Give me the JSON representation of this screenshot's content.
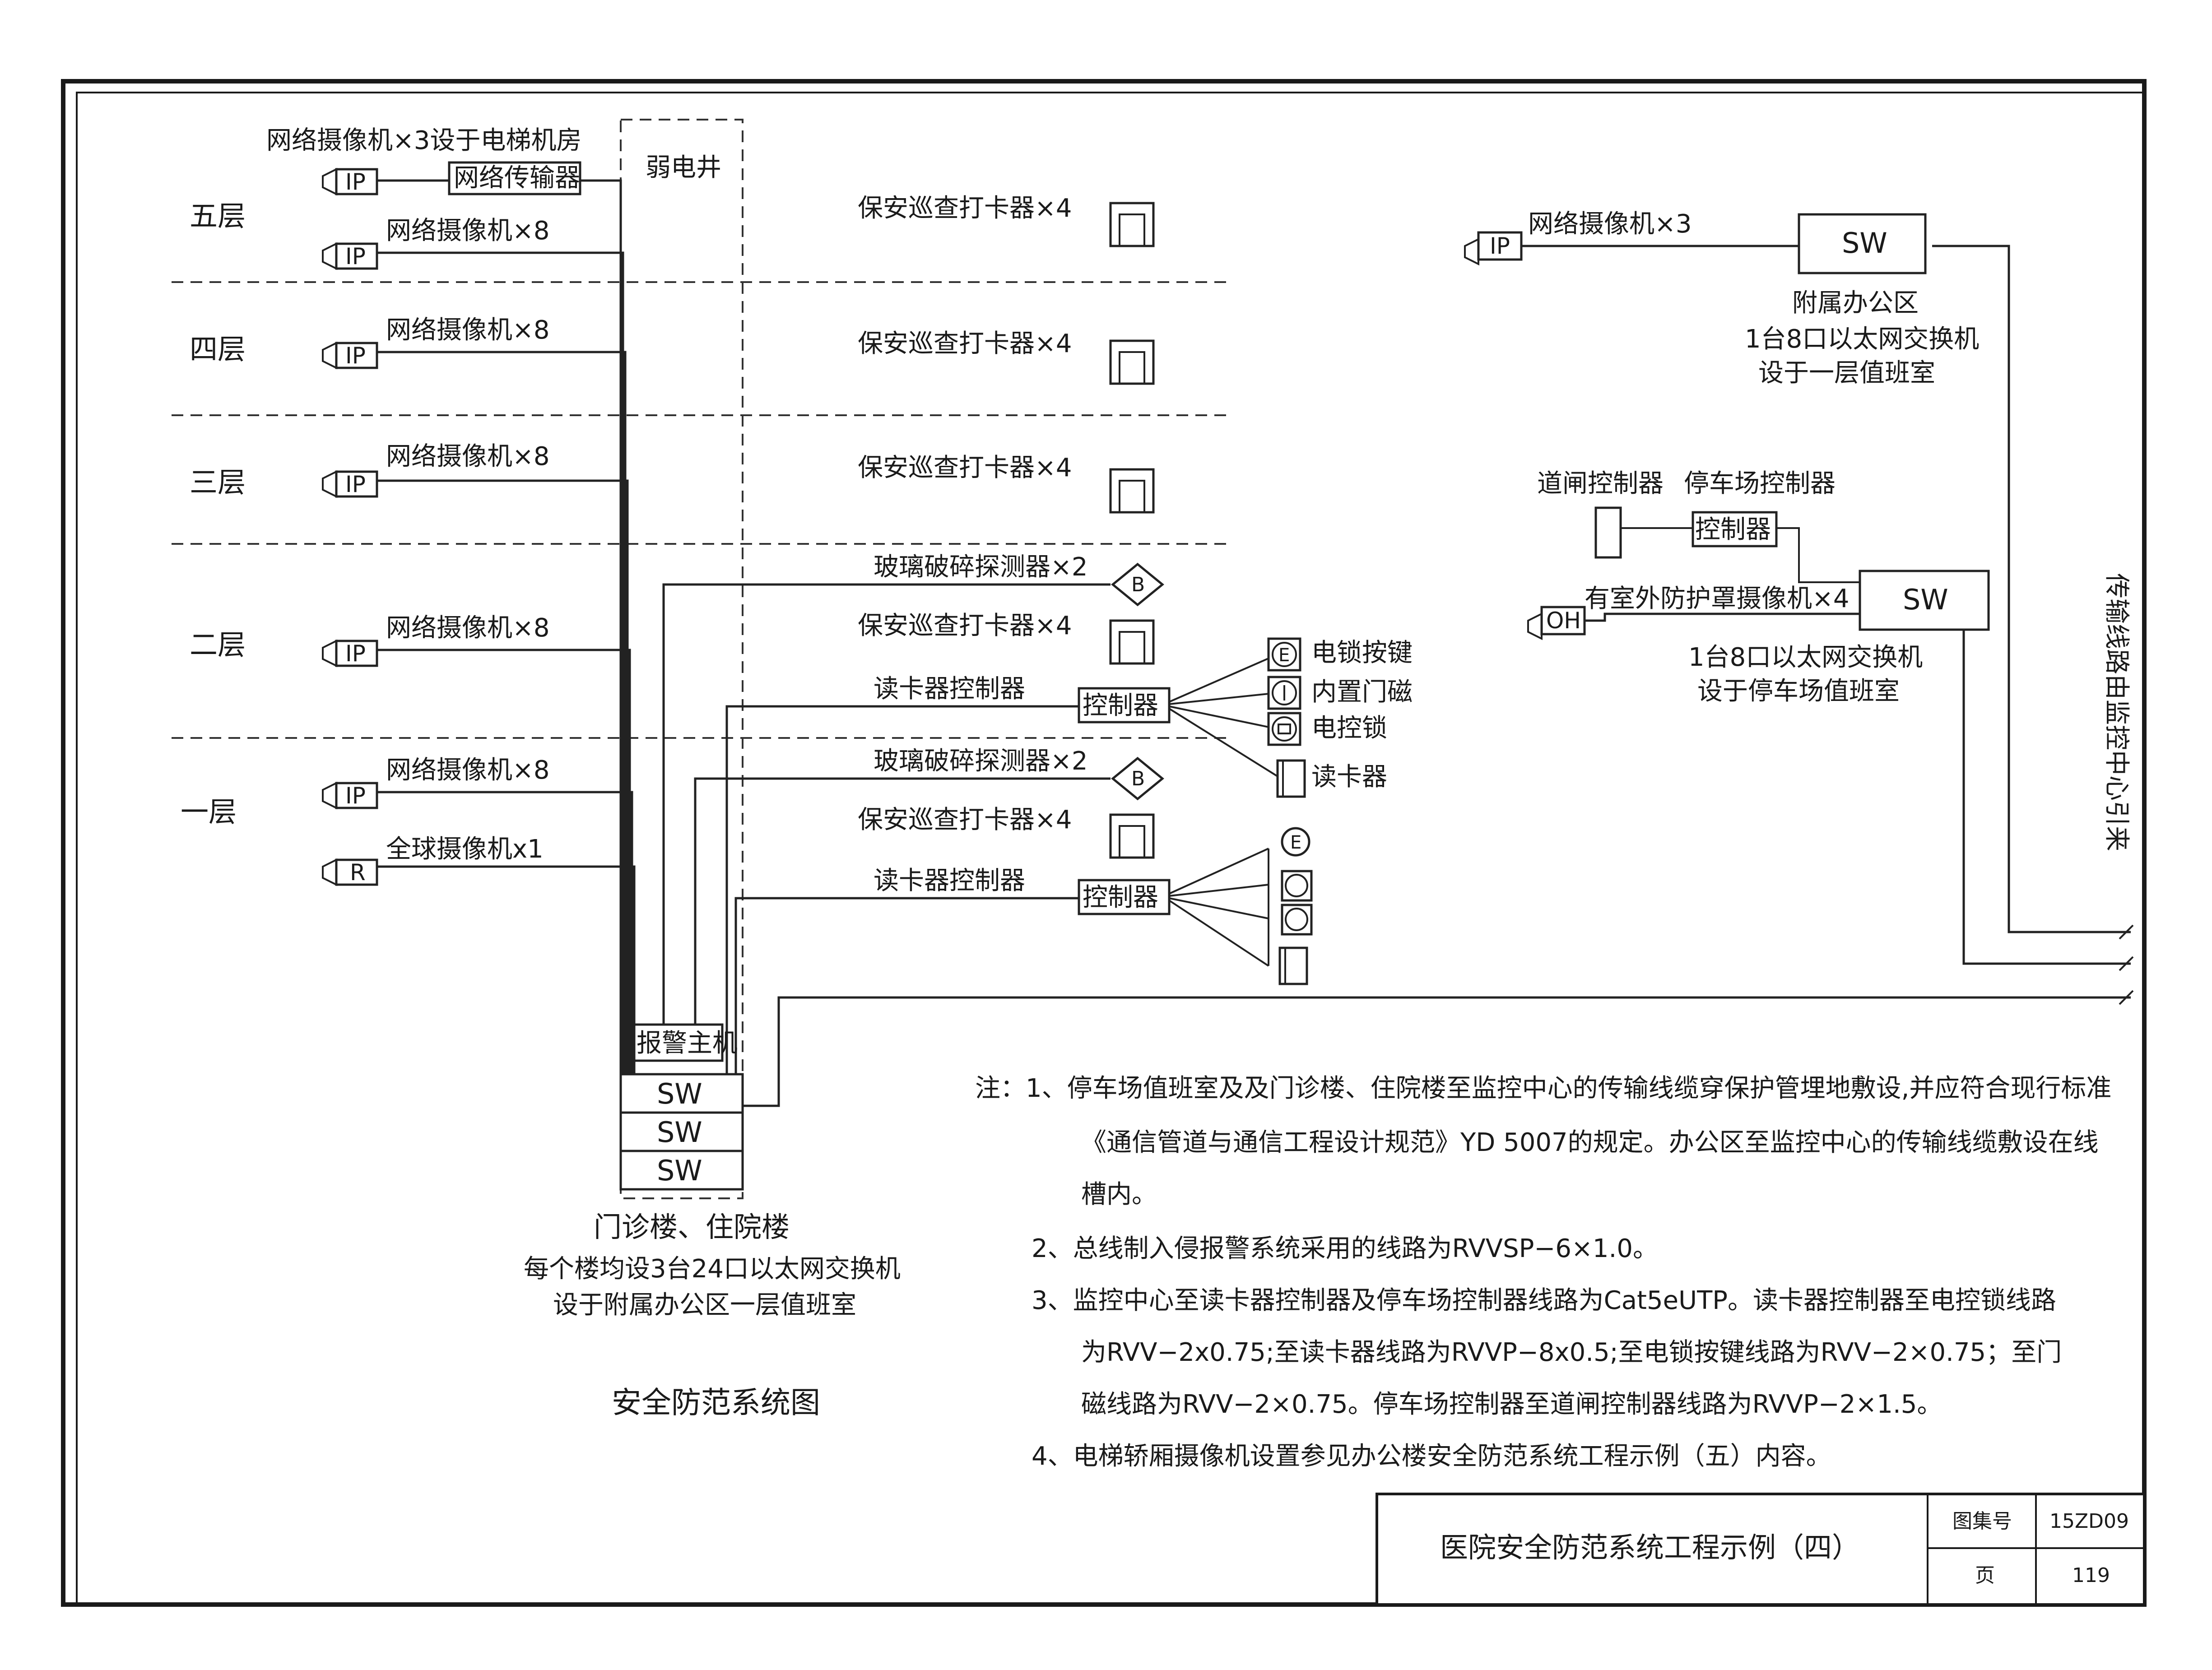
{
  "floors": {
    "f5": "五层",
    "f4": "四层",
    "f3": "三层",
    "f2": "二层",
    "f1": "一层"
  },
  "shaft": "弱电井",
  "cameras": {
    "elevator_room": "网络摄像机×3设于电梯机房",
    "transmitter": "网络传输器",
    "x8": "网络摄像机×8",
    "dome": "全球摄像机x1",
    "ip": "IP",
    "r": "R",
    "oh": "OH"
  },
  "patrol": "保安巡查打卡器×4",
  "glass": "玻璃破碎探测器×2",
  "glass_symbol": "B",
  "card_ctrl": "读卡器控制器",
  "controller": "控制器",
  "door": {
    "e": "E",
    "button": "电锁按键",
    "magnet": "内置门磁",
    "lock": "电控锁",
    "reader": "读卡器"
  },
  "alarm_host": "报警主机",
  "sw": "SW",
  "building_note": [
    "门诊楼、住院楼",
    "每个楼均设3台24口以太网交换机",
    "设于附属办公区一层值班室"
  ],
  "diagram_title": "安全防范系统图",
  "office": {
    "camera": "网络摄像机×3",
    "lines": [
      "附属办公区",
      "1台8口以太网交换机",
      "设于一层值班室"
    ]
  },
  "parking": {
    "gate_ctrl": "道闸控制器",
    "park_ctrl": "停车场控制器",
    "outdoor": "有室外防护罩摄像机×4",
    "lines": [
      "1台8口以太网交换机",
      "设于停车场值班室"
    ]
  },
  "vertical_label": "传输线路由监控中心引来",
  "notes": [
    "注：1、停车场值班室及及门诊楼、住院楼至监控中心的传输线缆穿保护管埋地敷设,并应符合现行标准",
    "《通信管道与通信工程设计规范》YD 5007的规定。办公区至监控中心的传输线缆敷设在线",
    "槽内。",
    "2、总线制入侵报警系统采用的线路为RVVSP−6×1.0。",
    "3、监控中心至读卡器控制器及停车场控制器线路为Cat5eUTP。读卡器控制器至电控锁线路",
    "为RVV−2x0.75;至读卡器线路为RVVP−8x0.5;至电锁按键线路为RVV−2×0.75；至门",
    "磁线路为RVV−2×0.75。停车场控制器至道闸控制器线路为RVVP−2×1.5。",
    "4、电梯轿厢摄像机设置参见办公楼安全防范系统工程示例（五）内容。"
  ],
  "title_block": {
    "title": "医院安全防范系统工程示例（四）",
    "atlas_label": "图集号",
    "atlas_value": "15ZD09",
    "page_label": "页",
    "page_value": "119"
  }
}
